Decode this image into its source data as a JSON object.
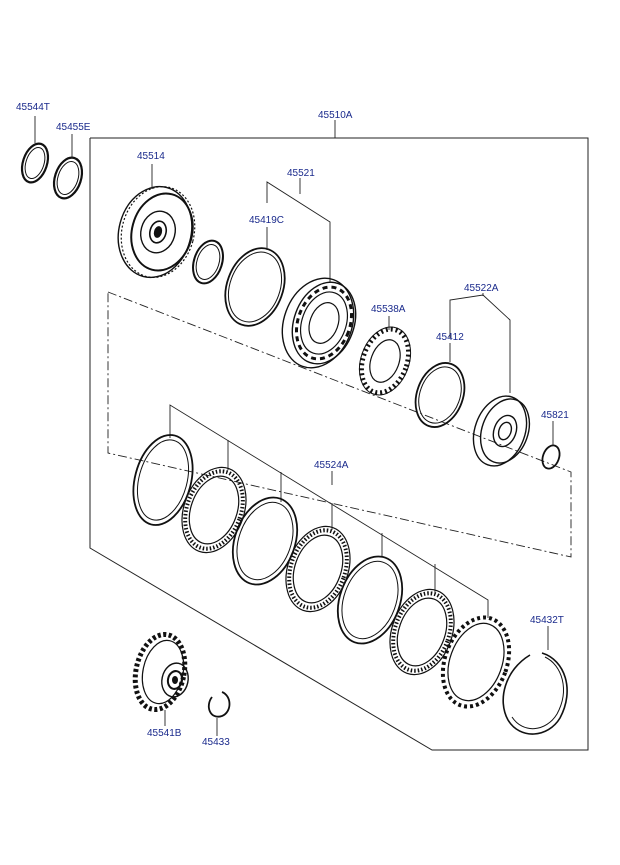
{
  "diagram": {
    "labels": {
      "p45544T": "45544T",
      "p45455E": "45455E",
      "p45510A": "45510A",
      "p45514": "45514",
      "p45521": "45521",
      "p45419C": "45419C",
      "p45538A": "45538A",
      "p45522A": "45522A",
      "p45412": "45412",
      "p45821": "45821",
      "p45524A": "45524A",
      "p45432T": "45432T",
      "p45541B": "45541B",
      "p45433": "45433"
    },
    "colors": {
      "label": "#1a2a8c",
      "line": "#222222",
      "background": "#ffffff"
    }
  }
}
